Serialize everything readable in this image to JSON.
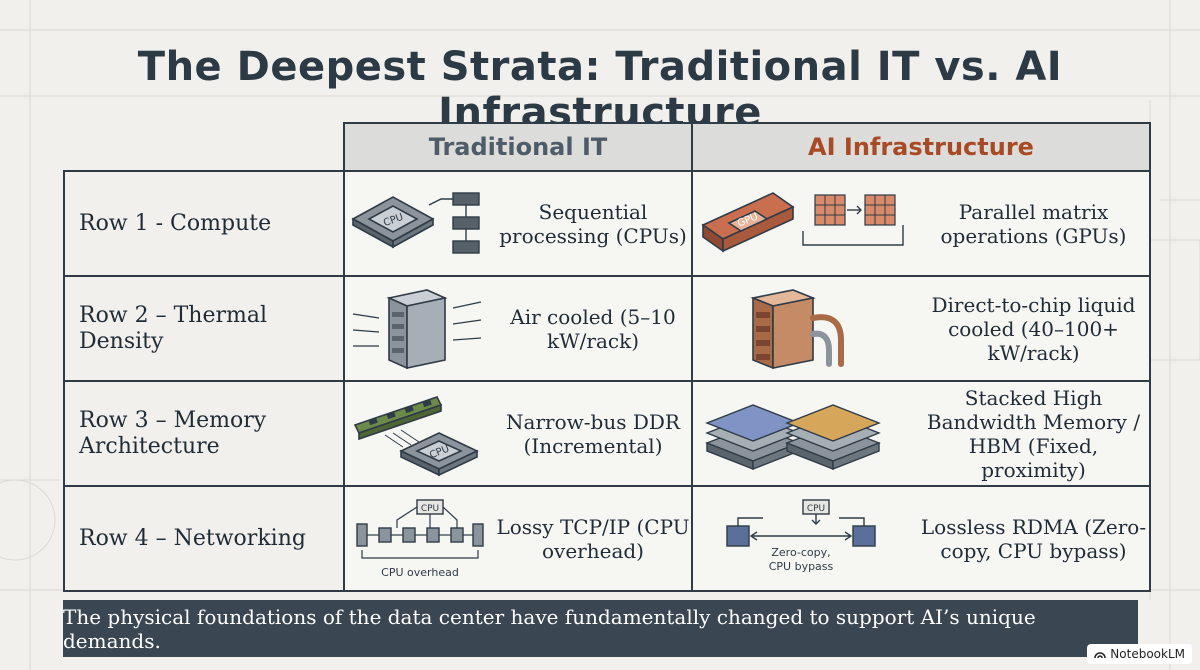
{
  "title": "The Deepest Strata: Traditional IT vs. AI Infrastructure",
  "columns": {
    "traditional": "Traditional IT",
    "ai": "AI Infrastructure"
  },
  "rows": [
    {
      "label": "Row 1 - Compute",
      "traditional": "Sequential processing (CPUs)",
      "ai": "Parallel matrix operations (GPUs)",
      "icon_traditional": "cpu-chip-icon",
      "icon_ai": "gpu-card-icon"
    },
    {
      "label": "Row 2 – Thermal Density",
      "traditional": "Air cooled (5–10 kW/rack)",
      "ai": "Direct-to-chip liquid cooled (40–100+ kW/rack)",
      "icon_traditional": "air-cooled-server-icon",
      "icon_ai": "liquid-cooled-server-icon"
    },
    {
      "label": "Row 3 – Memory Architecture",
      "traditional": "Narrow-bus DDR (Incremental)",
      "ai": "Stacked High Bandwidth Memory / HBM (Fixed, proximity)",
      "icon_traditional": "ddr-memory-icon",
      "icon_ai": "hbm-stack-icon"
    },
    {
      "label": "Row 4 – Networking",
      "traditional": "Lossy TCP/IP (CPU overhead)",
      "ai": "Lossless RDMA (Zero-copy, CPU bypass)",
      "icon_traditional": "tcp-ip-network-icon",
      "icon_ai": "rdma-network-icon"
    }
  ],
  "icon_labels": {
    "cpu": "CPU",
    "gpu": "GPU",
    "cpu_overhead": "CPU overhead",
    "zero_copy": "Zero-copy,",
    "cpu_bypass": "CPU bypass"
  },
  "footer": "The physical foundations of the data center have fundamentally changed to support AI’s unique demands.",
  "brand": "NotebookLM",
  "colors": {
    "accent_ai": "#a84a25",
    "header_traditional": "#4e5c69",
    "footer_bg": "#3a4753",
    "background": "#f1f0ec"
  }
}
